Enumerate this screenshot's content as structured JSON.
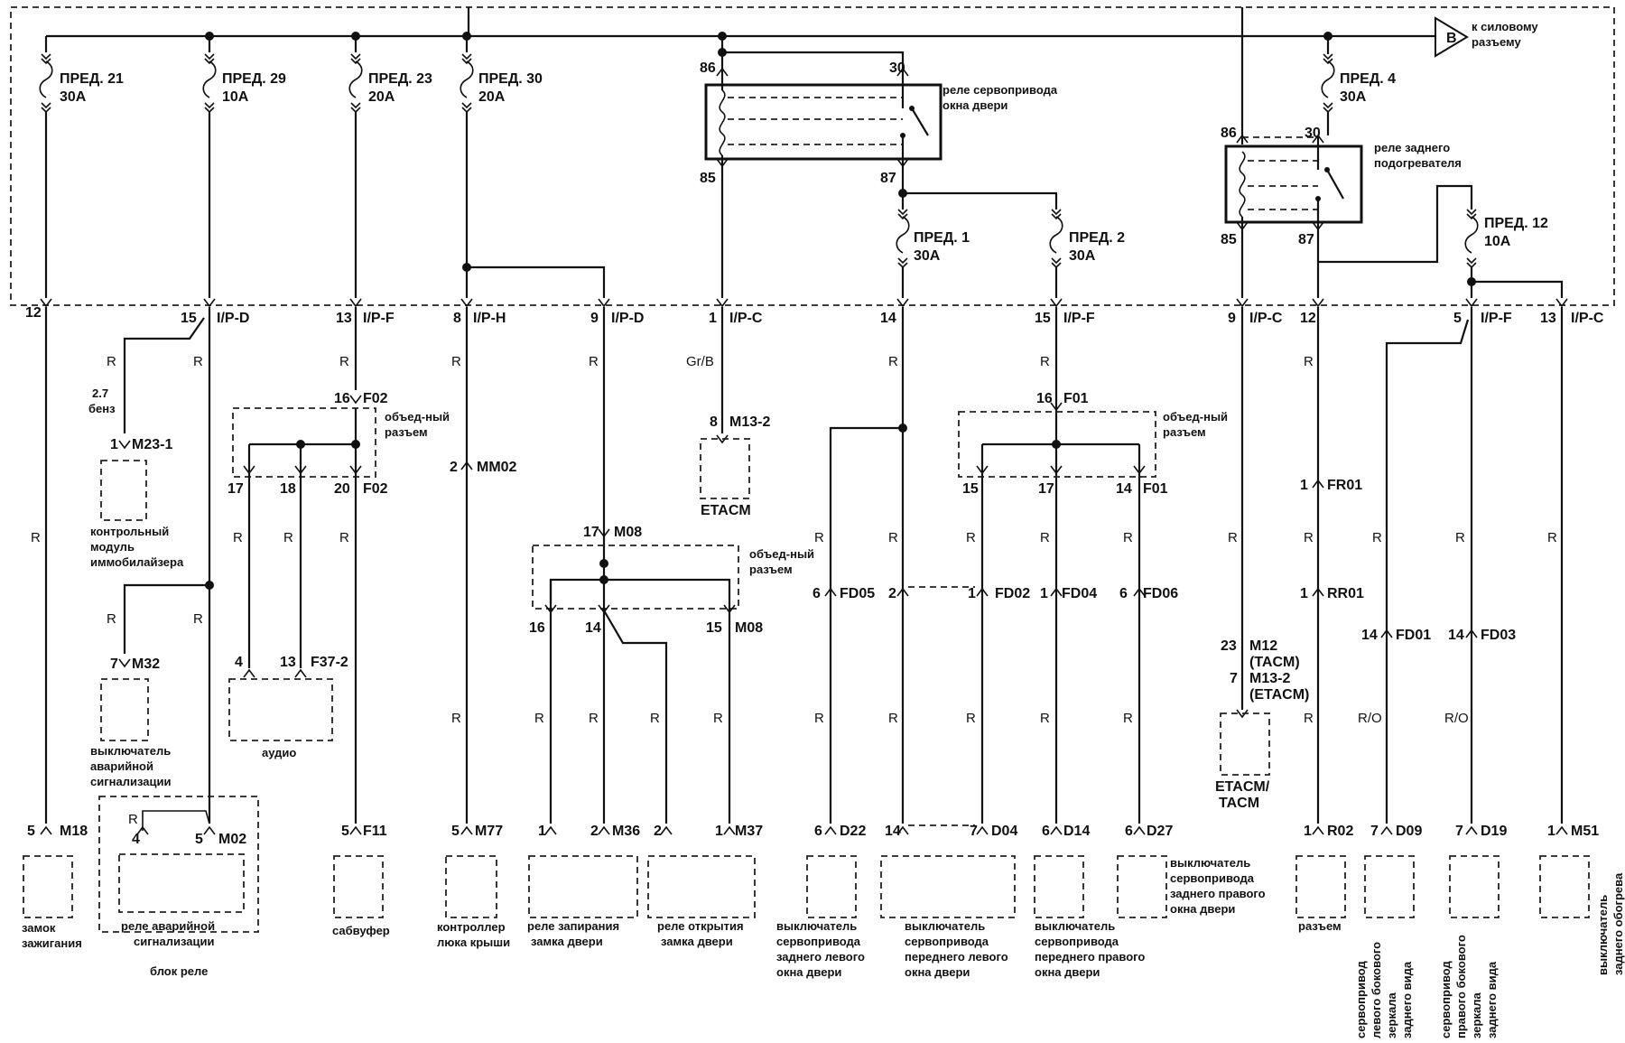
{
  "fuses": [
    {
      "name": "ПРЕД. 21",
      "rating": "30A"
    },
    {
      "name": "ПРЕД. 29",
      "rating": "10A"
    },
    {
      "name": "ПРЕД. 23",
      "rating": "20A"
    },
    {
      "name": "ПРЕД. 30",
      "rating": "20A"
    },
    {
      "name": "ПРЕД. 1",
      "rating": "30A"
    },
    {
      "name": "ПРЕД. 2",
      "rating": "30A"
    },
    {
      "name": "ПРЕД. 4",
      "rating": "30A"
    },
    {
      "name": "ПРЕД. 12",
      "rating": "10A"
    }
  ],
  "power_ref": {
    "letter": "B",
    "line1": "к силовому",
    "line2": "разъему"
  },
  "relay_window": {
    "line1": "реле сервопривода",
    "line2": "окна двери",
    "pins": [
      "86",
      "30",
      "85",
      "87"
    ]
  },
  "relay_rear_heater": {
    "line1": "реле заднего",
    "line2": "подогревателя",
    "pins": [
      "86",
      "30",
      "85",
      "87"
    ]
  },
  "top_connectors": [
    {
      "pin": "12",
      "conn": ""
    },
    {
      "pin": "15",
      "conn": "I/P-D"
    },
    {
      "pin": "13",
      "conn": "I/P-F"
    },
    {
      "pin": "8",
      "conn": "I/P-H"
    },
    {
      "pin": "9",
      "conn": "I/P-D"
    },
    {
      "pin": "1",
      "conn": "I/P-C"
    },
    {
      "pin": "14",
      "conn": ""
    },
    {
      "pin": "15",
      "conn": "I/P-F"
    },
    {
      "pin": "9",
      "conn": "I/P-C"
    },
    {
      "pin": "12",
      "conn": ""
    },
    {
      "pin": "5",
      "conn": "I/P-F"
    },
    {
      "pin": "13",
      "conn": "I/P-C"
    }
  ],
  "wire_colors": {
    "r": "R",
    "grb": "Gr/B",
    "ro": "R/O"
  },
  "junctions": {
    "label1": "объед-ный",
    "label2": "разъем"
  },
  "connectors": {
    "m23_pin": "1",
    "m23": "M23-1",
    "benz1": "2.7",
    "benz2": "бенз",
    "m32_pin": "7",
    "m32": "M32",
    "m18_pin": "5",
    "m18": "M18",
    "m02_a": "4",
    "m02_b": "5",
    "m02": "M02",
    "f02_top_pin": "16",
    "f02": "F02",
    "f02_p17": "17",
    "f02_p18": "18",
    "f02_p20": "20",
    "f37_a": "4",
    "f37_b": "13",
    "f37": "F37-2",
    "f11_pin": "5",
    "f11": "F11",
    "mm02_pin": "2",
    "mm02": "MM02",
    "m77_pin": "5",
    "m77": "M77",
    "m08_top_pin": "17",
    "m08": "M08",
    "m08_p16": "16",
    "m08_p14": "14",
    "m08_p15": "15",
    "m36_a": "1",
    "m36_b": "2",
    "m36": "M36",
    "m37_a": "2",
    "m37_b": "1",
    "m37": "M37",
    "m132_pin": "8",
    "m132": "M13-2",
    "fd05_pin": "6",
    "fd05": "FD05",
    "fd02_a": "2",
    "fd02_b": "1",
    "fd02": "FD02",
    "fd04_pin": "1",
    "fd04": "FD04",
    "fd06_pin": "6",
    "fd06": "FD06",
    "f01_top_pin": "16",
    "f01": "F01",
    "f01_p15": "15",
    "f01_p17": "17",
    "f01_p14": "14",
    "d22_pin": "6",
    "d22": "D22",
    "d04_a": "14",
    "d04_b": "7",
    "d04": "D04",
    "d14_pin": "6",
    "d14": "D14",
    "d27_pin": "6",
    "d27": "D27",
    "m12_pin": "23",
    "m12": "M12",
    "m12_sub": "(TACM)",
    "m13_pin": "7",
    "m13": "M13-2",
    "m13_sub": "(ETACM)",
    "fr01_pin": "1",
    "fr01": "FR01",
    "rr01_pin": "1",
    "rr01": "RR01",
    "r02_pin": "1",
    "r02": "R02",
    "fd01_pin": "14",
    "fd01": "FD01",
    "fd03_pin": "14",
    "fd03": "FD03",
    "d09_pin": "7",
    "d09": "D09",
    "d19_pin": "7",
    "d19": "D19",
    "m51_pin": "1",
    "m51": "M51"
  },
  "components": {
    "immobilizer": [
      "контрольный",
      "модуль",
      "иммобилайзера"
    ],
    "hazard_switch": [
      "выключатель",
      "аварийной",
      "сигнализации"
    ],
    "ignition": [
      "замок",
      "зажигания"
    ],
    "hazard_relay": [
      "реле аварийной",
      "сигнализации"
    ],
    "relay_block": "блок реле",
    "audio": "аудио",
    "subwoofer": "сабвуфер",
    "sunroof": [
      "контроллер",
      "люка крыши"
    ],
    "lock_relay": [
      "реле запирания",
      "замка двери"
    ],
    "unlock_relay": [
      "реле открытия",
      "замка двери"
    ],
    "etacm": "ETACM",
    "etacm_tacm": [
      "ETACM/",
      "TACM"
    ],
    "rl_window": [
      "выключатель",
      "сервопривода",
      "заднего левого",
      "окна двери"
    ],
    "fl_window": [
      "выключатель",
      "сервопривода",
      "переднего левого",
      "окна двери"
    ],
    "fr_window": [
      "выключатель",
      "сервопривода",
      "переднего правого",
      "окна двери"
    ],
    "rr_window": [
      "выключатель",
      "сервопривода",
      "заднего правого",
      "окна двери"
    ],
    "connector": "разъем",
    "left_mirror": [
      "сервопривод",
      "левого бокового",
      "зеркала",
      "заднего вида"
    ],
    "right_mirror": [
      "сервопривод",
      "правого бокового",
      "зеркала",
      "заднего вида"
    ],
    "rear_defog": [
      "выключатель",
      "заднего обогрева"
    ]
  }
}
